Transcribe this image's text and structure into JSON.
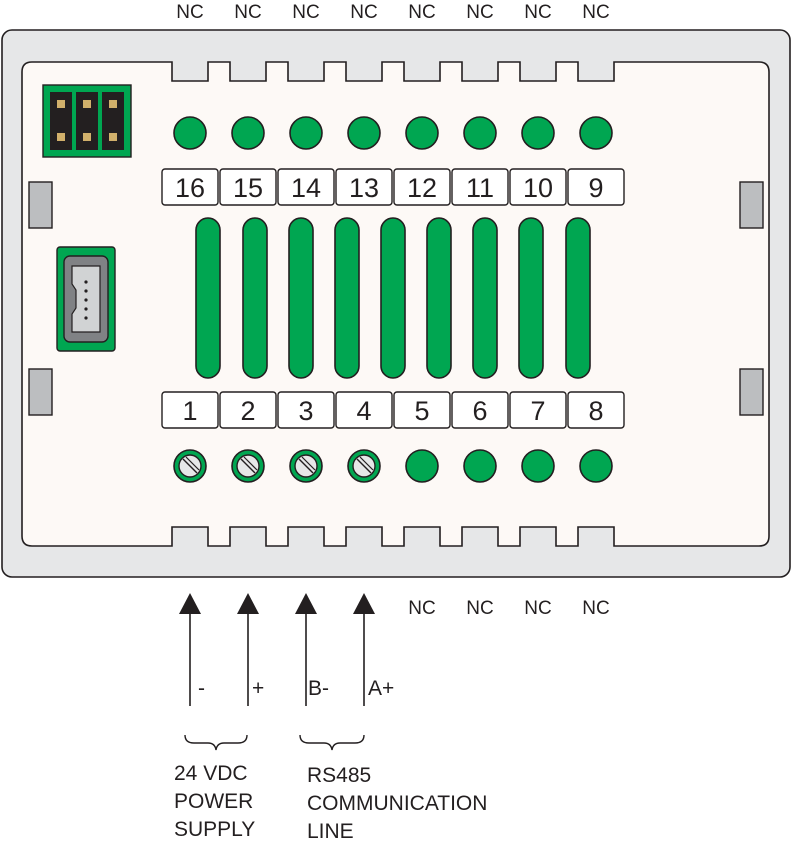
{
  "top_nc_labels": [
    "NC",
    "NC",
    "NC",
    "NC",
    "NC",
    "NC",
    "NC",
    "NC"
  ],
  "top_terminals": [
    "16",
    "15",
    "14",
    "13",
    "12",
    "11",
    "10",
    "9"
  ],
  "bottom_terminals": [
    "1",
    "2",
    "3",
    "4",
    "5",
    "6",
    "7",
    "8"
  ],
  "bottom_nc_labels": [
    "NC",
    "NC",
    "NC",
    "NC"
  ],
  "wires": {
    "minus": "-",
    "plus": "+",
    "b_minus": "B-",
    "a_plus": "A+"
  },
  "groups": {
    "power": {
      "line1": "24 VDC",
      "line2": "POWER",
      "line3": "SUPPLY"
    },
    "rs485": {
      "line1": "RS485",
      "line2": "COMMUNICATION",
      "line3": "LINE"
    }
  },
  "colors": {
    "green": "#00a651",
    "outline": "#231f20",
    "housing": "#e6e7e8",
    "panel": "#fdf9f6",
    "gray_tab": "#bcbec0"
  }
}
